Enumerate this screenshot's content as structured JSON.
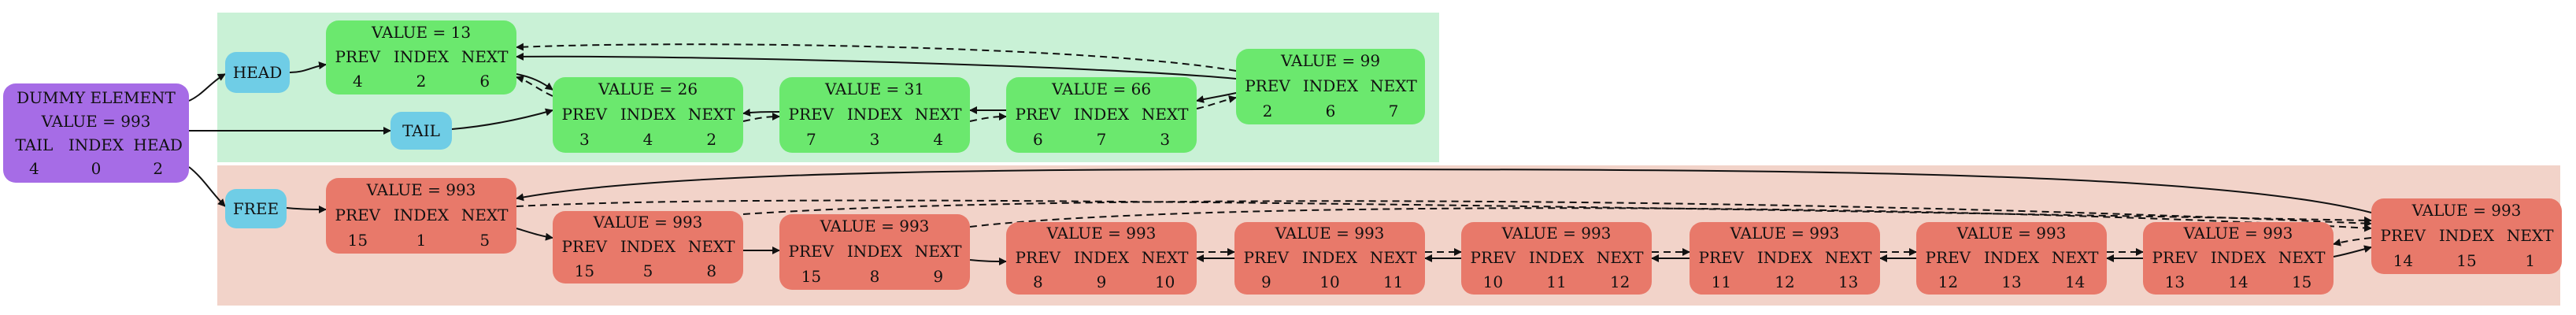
{
  "colors": {
    "used_cluster": "#c9f1d6",
    "free_cluster": "#f2d3c9",
    "used_node": "#6be86e",
    "free_node": "#e8796a",
    "dummy_node": "#a66ce6",
    "pointer_node": "#6fcde6",
    "edge": "#111111"
  },
  "dummy": {
    "title": "DUMMY ELEMENT",
    "value": "VALUE = 993",
    "fields": [
      "TAIL",
      "INDEX",
      "HEAD"
    ],
    "values": [
      "4",
      "0",
      "2"
    ]
  },
  "pointers": {
    "head": "HEAD",
    "tail": "TAIL",
    "free": "FREE"
  },
  "fields": [
    "PREV",
    "INDEX",
    "NEXT"
  ],
  "used_nodes": [
    {
      "value": "VALUE = 13",
      "prev": "4",
      "index": "2",
      "next": "6"
    },
    {
      "value": "VALUE = 26",
      "prev": "3",
      "index": "4",
      "next": "2"
    },
    {
      "value": "VALUE = 31",
      "prev": "7",
      "index": "3",
      "next": "4"
    },
    {
      "value": "VALUE = 66",
      "prev": "6",
      "index": "7",
      "next": "3"
    },
    {
      "value": "VALUE = 99",
      "prev": "2",
      "index": "6",
      "next": "7"
    }
  ],
  "free_nodes": [
    {
      "value": "VALUE = 993",
      "prev": "15",
      "index": "1",
      "next": "5"
    },
    {
      "value": "VALUE = 993",
      "prev": "15",
      "index": "5",
      "next": "8"
    },
    {
      "value": "VALUE = 993",
      "prev": "15",
      "index": "8",
      "next": "9"
    },
    {
      "value": "VALUE = 993",
      "prev": "8",
      "index": "9",
      "next": "10"
    },
    {
      "value": "VALUE = 993",
      "prev": "9",
      "index": "10",
      "next": "11"
    },
    {
      "value": "VALUE = 993",
      "prev": "10",
      "index": "11",
      "next": "12"
    },
    {
      "value": "VALUE = 993",
      "prev": "11",
      "index": "12",
      "next": "13"
    },
    {
      "value": "VALUE = 993",
      "prev": "12",
      "index": "13",
      "next": "14"
    },
    {
      "value": "VALUE = 993",
      "prev": "13",
      "index": "14",
      "next": "15"
    },
    {
      "value": "VALUE = 993",
      "prev": "14",
      "index": "15",
      "next": "1"
    }
  ]
}
